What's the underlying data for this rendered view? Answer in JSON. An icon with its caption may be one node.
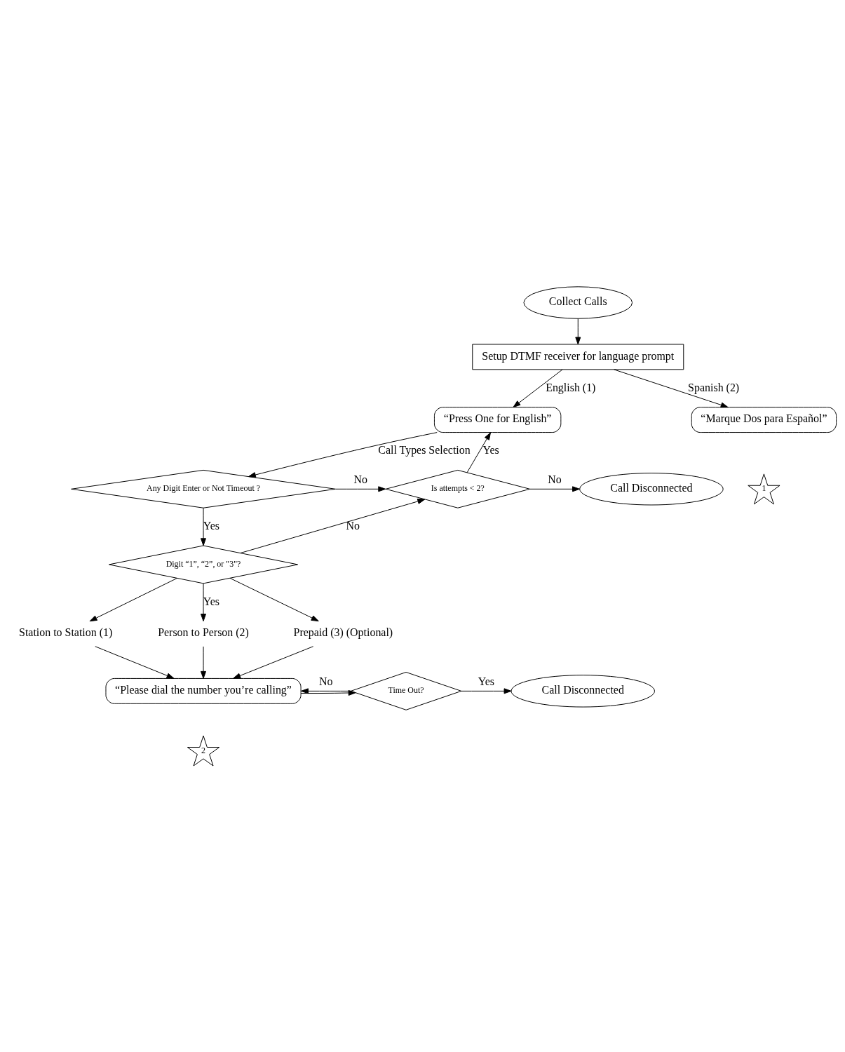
{
  "diagram": {
    "nodes": [
      {
        "text": [
          "Collect Calls"
        ]
      },
      {
        "text": [
          "Setup DTMF receiver for language prompt"
        ]
      },
      {
        "text": [
          "“Press One for English”"
        ]
      },
      {
        "text": [
          "“Marque Dos para Español”"
        ]
      },
      {
        "text": [
          "1"
        ]
      },
      {
        "text": [
          "Any Digit Enter or Not Timeout ?"
        ]
      },
      {
        "text": [
          "Is attempts < 2?"
        ]
      },
      {
        "text": [
          "Call Disconnected"
        ]
      },
      {
        "text": [
          "Digit “1”, “2”, or \"3\"?"
        ]
      },
      {
        "text": [
          "Station to Station (1)"
        ]
      },
      {
        "text": [
          "Person to Person (2)"
        ]
      },
      {
        "text": [
          "Prepaid (3) (Optional)"
        ]
      },
      {
        "text": [
          "“Please dial the number you’re calling”"
        ]
      },
      {
        "text": [
          "2"
        ]
      },
      {
        "text": [
          "Time Out?"
        ]
      },
      {
        "text": [
          "Call Disconnected"
        ]
      }
    ],
    "edges": [
      {
        "from": 0,
        "to": 1,
        "arrow": "to"
      },
      {
        "from": 1,
        "to": 2,
        "arrow": "to",
        "label": "English (1)"
      },
      {
        "from": 1,
        "to": 3,
        "arrow": "to",
        "label": "Spanish (2)"
      },
      {
        "from": 2,
        "to": 5,
        "arrow": "to",
        "label": "Call Types Selection"
      },
      {
        "from": 5,
        "to": 8,
        "arrow": "to",
        "label": "Yes"
      },
      {
        "from": 5,
        "to": 6,
        "arrow": "to",
        "label": "No"
      },
      {
        "from": 8,
        "to": 6,
        "arrow": "to",
        "label": "No"
      },
      {
        "from": 6,
        "to": 2,
        "arrow": "to",
        "label": "Yes"
      },
      {
        "from": 6,
        "to": 7,
        "arrow": "to",
        "label": "No"
      },
      {
        "from": 8,
        "to": 9,
        "arrow": "to"
      },
      {
        "from": 8,
        "to": 10,
        "arrow": "to",
        "label": "Yes"
      },
      {
        "from": 8,
        "to": 11,
        "arrow": "to"
      },
      {
        "from": 9,
        "to": 12,
        "arrow": "to"
      },
      {
        "from": 10,
        "to": 12,
        "arrow": "to"
      },
      {
        "from": 11,
        "to": 12,
        "arrow": "to"
      },
      {
        "from": 12,
        "to": 14,
        "arrow": "to"
      },
      {
        "from": 14,
        "to": 12,
        "arrow": "to",
        "label": "No"
      },
      {
        "from": 14,
        "to": 15,
        "arrow": "to",
        "label": "Yes"
      }
    ]
  }
}
